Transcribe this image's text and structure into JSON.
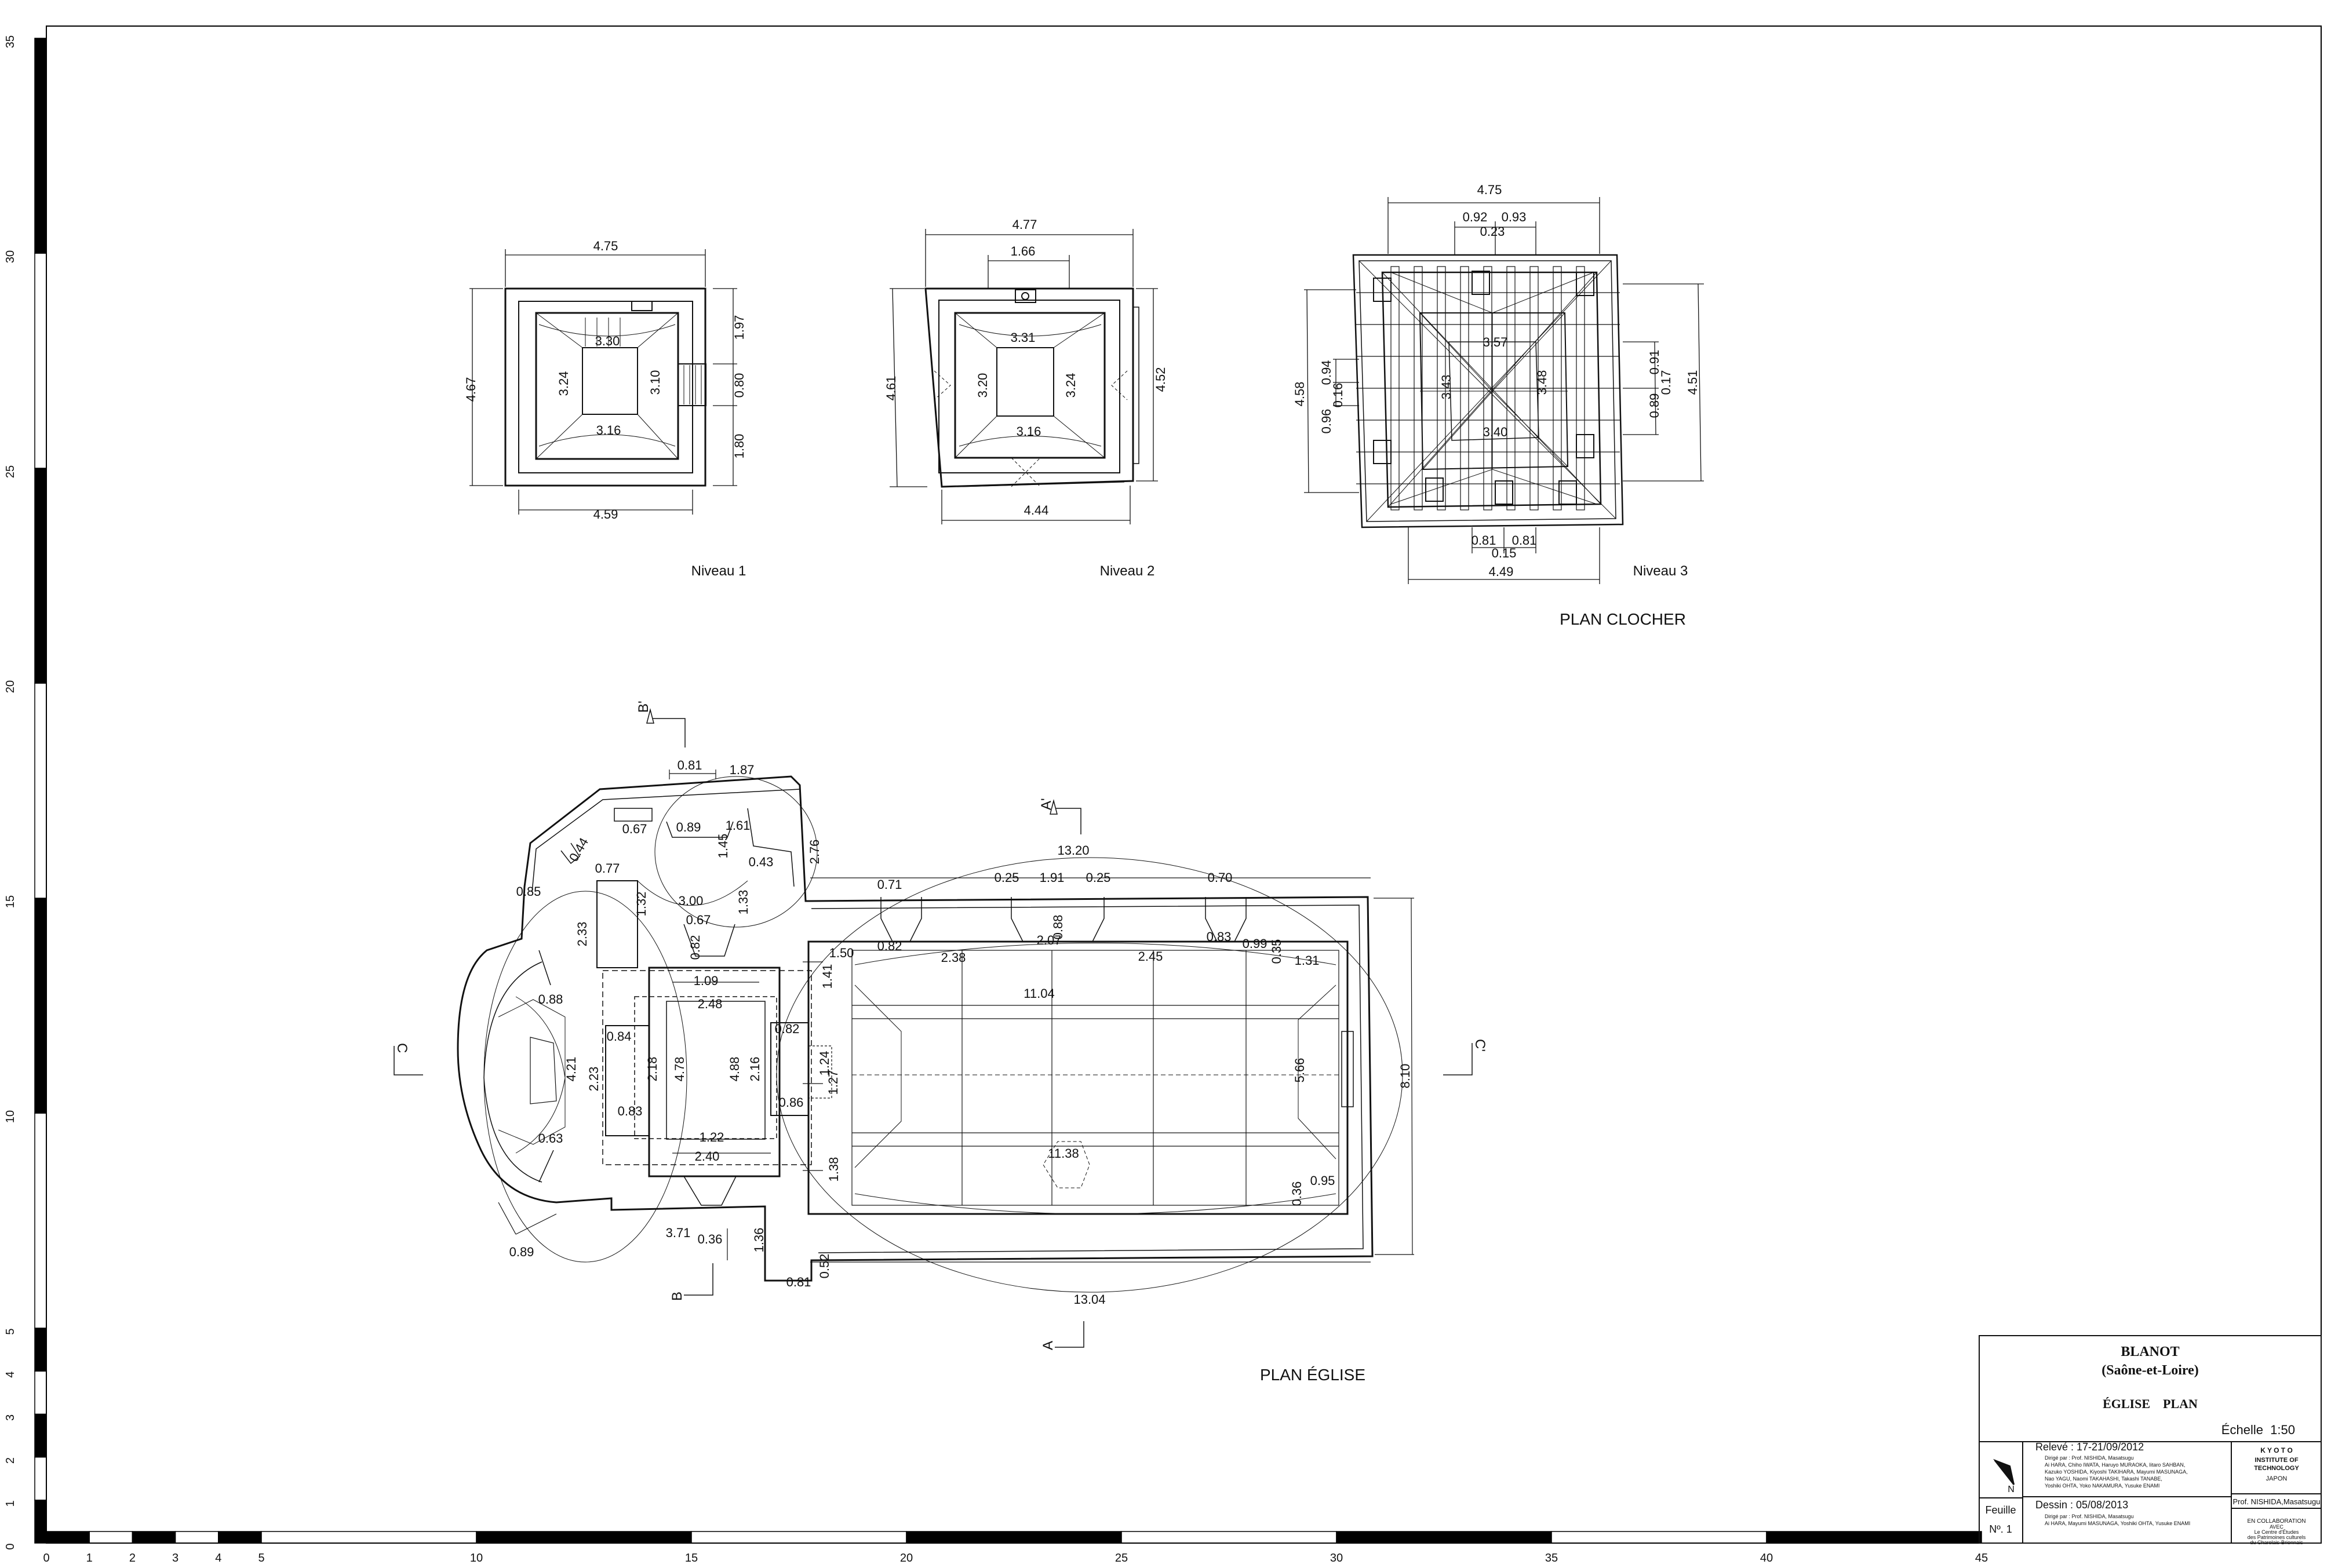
{
  "rulers": {
    "left_ticks": [
      "35",
      "30",
      "25",
      "20",
      "15",
      "10",
      "5",
      "4",
      "3",
      "2",
      "1",
      "0"
    ],
    "bottom_ticks": [
      "0",
      "1",
      "2",
      "3",
      "4",
      "5",
      "10",
      "15",
      "20",
      "25",
      "30",
      "35",
      "40",
      "45"
    ]
  },
  "belfry": {
    "title": "PLAN CLOCHER",
    "level1": {
      "label": "Niveau 1",
      "dims": [
        "4.75",
        "4.67",
        "1.97",
        "0.80",
        "1.80",
        "4.59",
        "3.30",
        "3.24",
        "3.10",
        "3.16"
      ]
    },
    "level2": {
      "label": "Niveau 2",
      "dims": [
        "4.77",
        "1.66",
        "4.61",
        "4.52",
        "4.44",
        "3.31",
        "3.20",
        "3.24",
        "3.16"
      ]
    },
    "level3": {
      "label": "Niveau 3",
      "dims": [
        "4.75",
        "0.92",
        "0.93",
        "0.23",
        "4.58",
        "0.94",
        "0.16",
        "0.96",
        "3.57",
        "3.43",
        "3.48",
        "3.40",
        "0.91",
        "0.17",
        "0.89",
        "4.51",
        "0.81",
        "0.81",
        "0.15",
        "4.49"
      ]
    }
  },
  "church": {
    "title": "PLAN ÉGLISE",
    "section_marks": [
      "B'",
      "A'",
      "C",
      "C'",
      "B",
      "A"
    ],
    "dims": [
      "0.81",
      "1.87",
      "0.67",
      "0.89",
      "1.61",
      "1.45",
      "0.43",
      "2.76",
      "0.44",
      "0.77",
      "0.85",
      "1.32",
      "3.00",
      "1.33",
      "2.33",
      "0.67",
      "0.82",
      "0.88",
      "1.09",
      "2.48",
      "4.21",
      "2.23",
      "0.84",
      "2.18",
      "4.78",
      "4.88",
      "2.16",
      "0.82",
      "1.24",
      "1.27",
      "0.86",
      "0.83",
      "0.63",
      "1.22",
      "2.40",
      "3.71",
      "0.36",
      "1.36",
      "0.52",
      "0.81",
      "0.89",
      "13.20",
      "0.71",
      "0.25",
      "1.91",
      "0.25",
      "0.70",
      "0.88",
      "1.50",
      "0.82",
      "2.07",
      "0.83",
      "0.99",
      "0.35",
      "1.41",
      "2.38",
      "2.45",
      "1.31",
      "11.04",
      "5.66",
      "8.10",
      "11.38",
      "1.38",
      "0.36",
      "0.95",
      "13.04"
    ]
  },
  "title_block": {
    "place": "BLANOT",
    "department": "(Saône-et-Loire)",
    "subject": "ÉGLISE    PLAN",
    "scale": "Échelle  1:50",
    "survey": "Relevé : 17-21/09/2012",
    "survey_credits": [
      "Dirigé par : Prof. NISHIDA, Masatsugu",
      "Ai HARA, Chiho IWATA, Haruyo MURAOKA, Iitaro SAHBAN,",
      "Kazuko YOSHIDA, Kiyoshi TAKIHARA, Mayumi MASUNAGA,",
      "Nao YAGU, Naomi TAKAHASHI, Takashi TANABE,",
      "Yoshiki OHTA, Yoko NAKAMURA, Yusuke ENAMI"
    ],
    "drawing": "Dessin : 05/08/2013",
    "drawing_credits": [
      "Dirigé par : Prof. NISHIDA, Masatsugu",
      "Ai HARA, Mayumi MASUNAGA, Yoshiki OHTA, Yusuke ENAMI"
    ],
    "north": "N",
    "sheet_label": "Feuille",
    "sheet_no": "Nº. 1",
    "institute": [
      "K Y O T O",
      "INSTITUTE OF",
      "TECHNOLOGY",
      "JAPON"
    ],
    "professor": "Prof. NISHIDA,Masatsugu",
    "collab": [
      "EN COLLABORATION",
      "AVEC",
      "Le Centre d'Études",
      "des Patrimoines culturels",
      "du Charolais-Brionnais"
    ]
  }
}
